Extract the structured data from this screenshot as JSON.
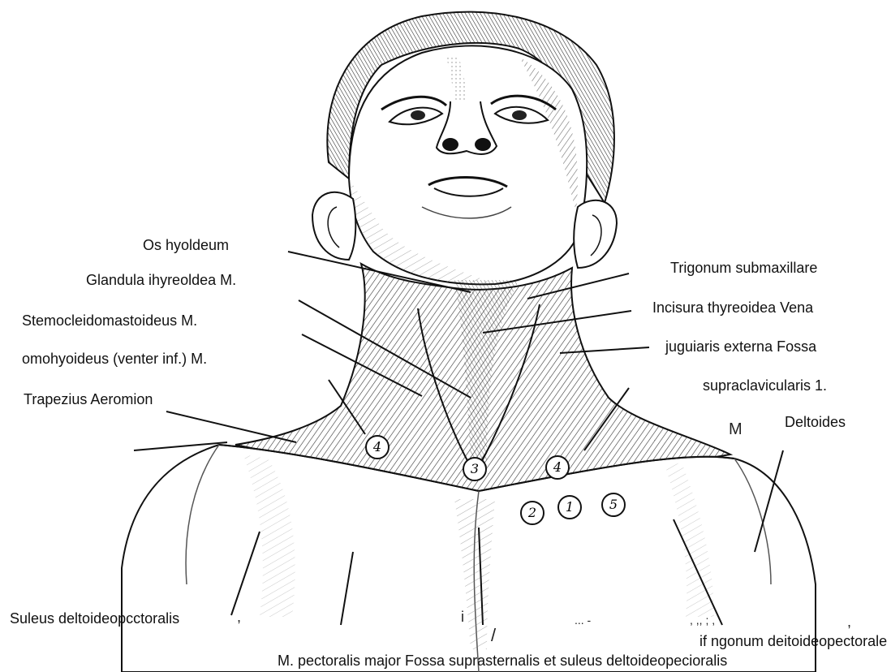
{
  "labels": {
    "os_hyoideum": "Os hyoldeum",
    "glandula": "Glandula ihyreoldea M.",
    "sternocleido": "Stemocleidomastoideus M.",
    "omohyoideus": "omohyoideus (venter inf.) M.",
    "trapezius": "Trapezius Aeromion",
    "trigonum_submax": "Trigonum submaxillare",
    "incisura": "Incisura thyreoidea Vena",
    "jugularis": "juguiaris externa Fossa",
    "supraclavicularis": "supraclavicularis 1.",
    "deltoides": "Deltoides",
    "sulcus_delto": "Suleus deltoideopcctoralis",
    "trigonum_delto": "if ngonum deitoideopectorale",
    "bottom_caption": "M. pectoralis major Fossa suprasternalis et suleus deltoideopecioralis"
  },
  "markers": [
    "4",
    "3",
    "4",
    "2",
    "1",
    "5"
  ],
  "stray": {
    "m": "M",
    "i": "i",
    "comma_left": ",",
    "comma_right": ",",
    "dots": "... -",
    "dots2": ", ,, ; ,",
    "slash": "/"
  }
}
